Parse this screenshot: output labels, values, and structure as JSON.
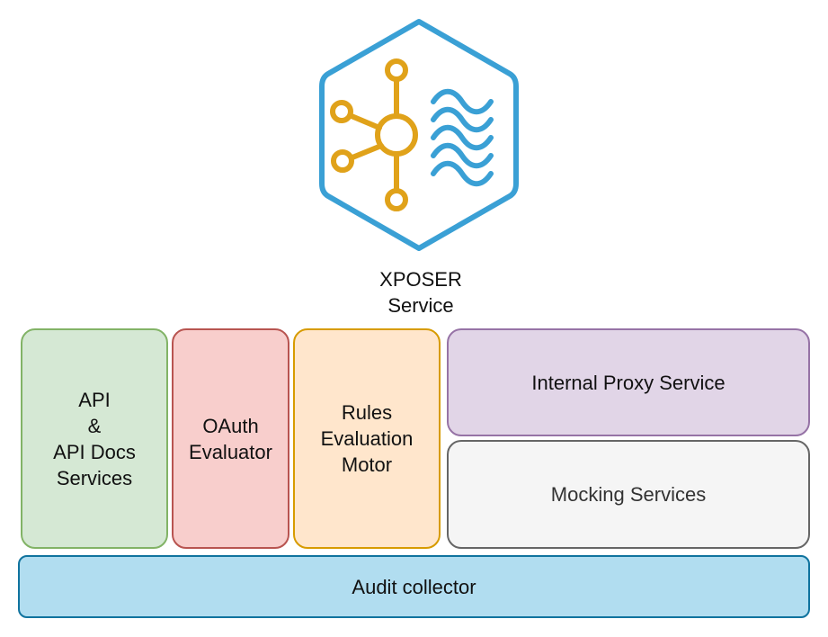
{
  "service": {
    "name_line1": "XPOSER",
    "name_line2": "Service",
    "logo_icon": "hub-network-waves-icon",
    "colors": {
      "hexagon": "#3aa0d5",
      "hub": "#e0a21a",
      "waves": "#3aa0d5"
    }
  },
  "components": {
    "api": {
      "lines": [
        "API",
        "&",
        "API Docs",
        "Services"
      ],
      "fill": "#d5e8d4",
      "stroke": "#82b366"
    },
    "oauth": {
      "lines": [
        "OAuth",
        "Evaluator"
      ],
      "fill": "#f8cecc",
      "stroke": "#b85450"
    },
    "rules": {
      "lines": [
        "Rules",
        "Evaluation",
        "Motor"
      ],
      "fill": "#ffe6cc",
      "stroke": "#d79b00"
    },
    "proxy": {
      "label": "Internal Proxy Service",
      "fill": "#e1d5e7",
      "stroke": "#9673a6"
    },
    "mocking": {
      "label": "Mocking Services",
      "fill": "#f5f5f5",
      "stroke": "#666666"
    },
    "audit": {
      "label": "Audit collector",
      "fill": "#b1ddf0",
      "stroke": "#10739e"
    }
  }
}
